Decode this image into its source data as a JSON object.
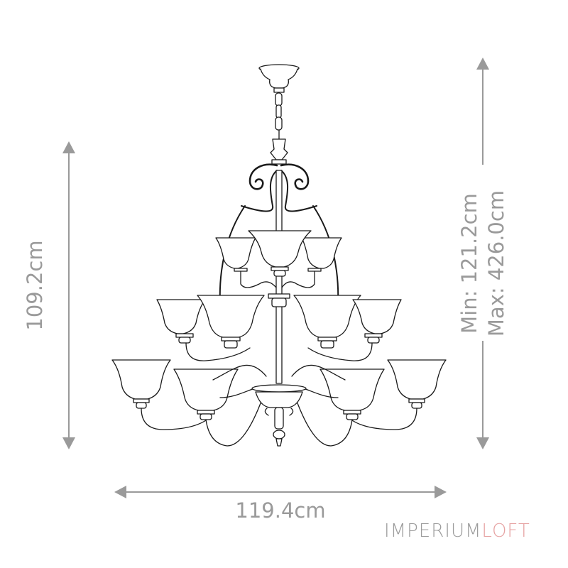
{
  "diagram": {
    "title": "Chandelier dimension drawing",
    "subject": "Three-tier chandelier with bell-shaped glass shades",
    "dimensions": {
      "height": "109.2cm",
      "width": "119.4cm",
      "drop_min": "Min: 121.2cm",
      "drop_max": "Max: 426.0cm"
    },
    "colors": {
      "dimension_line": "#9a9a9a",
      "drawing_line": "#1a1a1a",
      "background": "#ffffff",
      "brand_primary": "#9c9c9c",
      "brand_accent": "#e6a3a3"
    }
  },
  "brand": {
    "part1": "IMPERIUM",
    "part2": "LOFT"
  }
}
